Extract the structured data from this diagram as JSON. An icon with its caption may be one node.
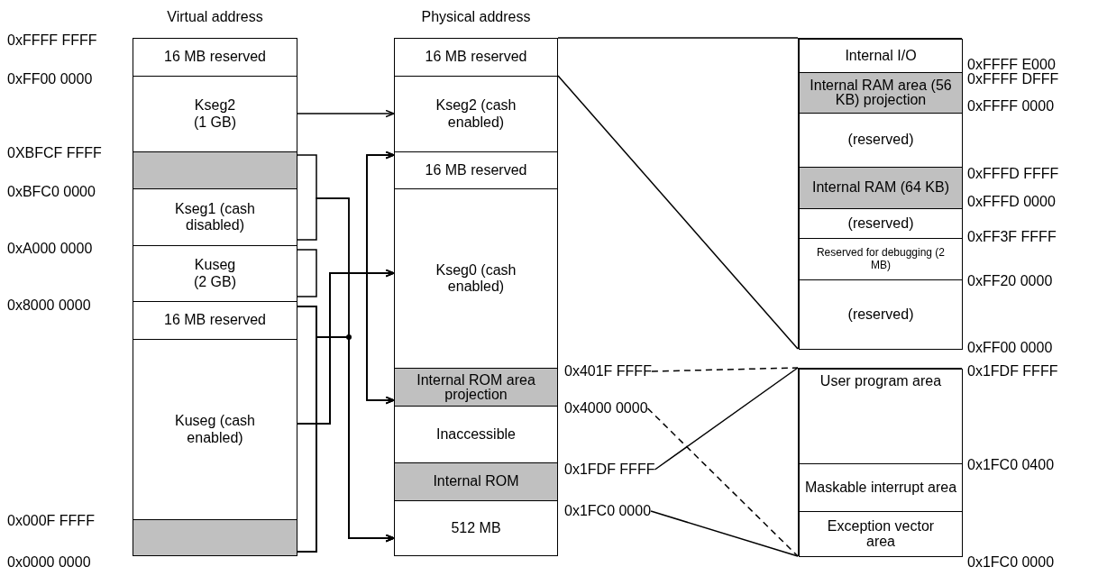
{
  "diagram": {
    "nodes": [
      {
        "text": [
          "Virtual address"
        ]
      },
      {
        "text": [
          "16 MB reserved"
        ],
        "in": 0
      },
      {
        "text": [
          "Kseg2 (1 GB)"
        ],
        "in": 0
      },
      {
        "text": [],
        "shape": "box",
        "in": 0
      },
      {
        "text": [
          "Kseg1 (cash disabled)"
        ],
        "in": 0
      },
      {
        "text": [
          "Kuseg (2 GB)"
        ],
        "in": 0
      },
      {
        "text": [
          "16 MB reserved"
        ],
        "in": 0
      },
      {
        "text": [
          "Kuseg (cash enabled)"
        ],
        "in": 0
      },
      {
        "text": [],
        "shape": "box",
        "in": 0
      },
      {
        "text": [
          "Physical address"
        ]
      },
      {
        "text": [
          "16 MB reserved"
        ],
        "in": 9
      },
      {
        "text": [
          "Kseg2 (cash enabled)"
        ],
        "in": 9
      },
      {
        "text": [
          "16 MB reserved"
        ],
        "in": 9
      },
      {
        "text": [
          "Kseg0 (cash enabled)"
        ],
        "in": 9
      },
      {
        "text": [
          "Internal ROM area projection"
        ],
        "in": 9
      },
      {
        "text": [
          "Inaccessible"
        ],
        "in": 9
      },
      {
        "text": [
          "Internal ROM"
        ],
        "in": 9
      },
      {
        "text": [
          "512 MB"
        ],
        "in": 9
      },
      {
        "text": [],
        "shape": "box"
      },
      {
        "text": [
          "Internal I/O"
        ],
        "in": 18
      },
      {
        "text": [
          "Internal RAM area (56 KB) projection"
        ],
        "in": 18
      },
      {
        "text": [
          "(reserved)"
        ],
        "in": 18
      },
      {
        "text": [
          "Internal RAM (64 KB)"
        ],
        "in": 18
      },
      {
        "text": [
          "(reserved)"
        ],
        "in": 18
      },
      {
        "text": [
          "Reserved for debugging (2 MB)"
        ],
        "in": 18
      },
      {
        "text": [
          "(reserved)"
        ],
        "in": 18
      },
      {
        "text": [
          "0x401F FFFF"
        ]
      },
      {
        "text": [
          "0x4000 0000"
        ]
      },
      {
        "text": [
          "0x1FDF FFFF"
        ]
      },
      {
        "text": [
          "0x1FC0 0000"
        ]
      },
      {
        "text": [],
        "shape": "box"
      },
      {
        "text": [
          "User program area"
        ],
        "in": 30
      },
      {
        "text": [
          "Maskable interrupt area"
        ],
        "in": 30
      },
      {
        "text": [
          "Exception vector area"
        ],
        "in": 30
      }
    ],
    "edges": [
      {
        "from": 2,
        "to": 11,
        "arrow": "to"
      },
      {
        "from": 3,
        "to": 17,
        "arrow": "to"
      },
      {
        "from": 4,
        "to": 17,
        "arrow": "to"
      },
      {
        "from": 6,
        "to": 17,
        "arrow": "to"
      },
      {
        "from": 7,
        "to": 17,
        "arrow": "to"
      },
      {
        "from": 8,
        "to": 17,
        "arrow": "to"
      },
      {
        "from": 6,
        "to": 12,
        "arrow": "to"
      },
      {
        "from": 6,
        "to": 13,
        "arrow": "to"
      },
      {
        "from": 6,
        "to": 14,
        "arrow": "to"
      },
      {
        "from": 7,
        "to": 12,
        "arrow": "to"
      },
      {
        "from": 7,
        "to": 13,
        "arrow": "to"
      },
      {
        "from": 7,
        "to": 14,
        "arrow": "to"
      },
      {
        "from": 8,
        "to": 12,
        "arrow": "to"
      },
      {
        "from": 8,
        "to": 13,
        "arrow": "to"
      },
      {
        "from": 8,
        "to": 14,
        "arrow": "to"
      },
      {
        "from": 10,
        "to": 18,
        "arrow": "none"
      },
      {
        "from": 10,
        "to": 18,
        "arrow": "none"
      },
      {
        "from": 26,
        "to": 30,
        "arrow": "none",
        "style": "dashed"
      },
      {
        "from": 27,
        "to": 30,
        "arrow": "none",
        "style": "dashed"
      },
      {
        "from": 28,
        "to": 30,
        "arrow": "none"
      },
      {
        "from": 29,
        "to": 30,
        "arrow": "none"
      }
    ],
    "labels": [
      "0xFFFF FFFF",
      "0xFF00 0000",
      "0XBFCF FFFF",
      "0xBFC0 0000",
      "0xA000 0000",
      "0x8000 0000",
      "0x000F FFFF",
      "0x0000 0000",
      "0xFFFF E000",
      "0xFFFF DFFF",
      "0xFFFF 0000",
      "0xFFFD FFFF",
      "0xFFFD 0000",
      "0xFF3F FFFF",
      "0xFF20 0000",
      "0xFF00 0000",
      "0x1FDF FFFF",
      "0x1FC0 0400",
      "0x1FC0 0000"
    ]
  }
}
